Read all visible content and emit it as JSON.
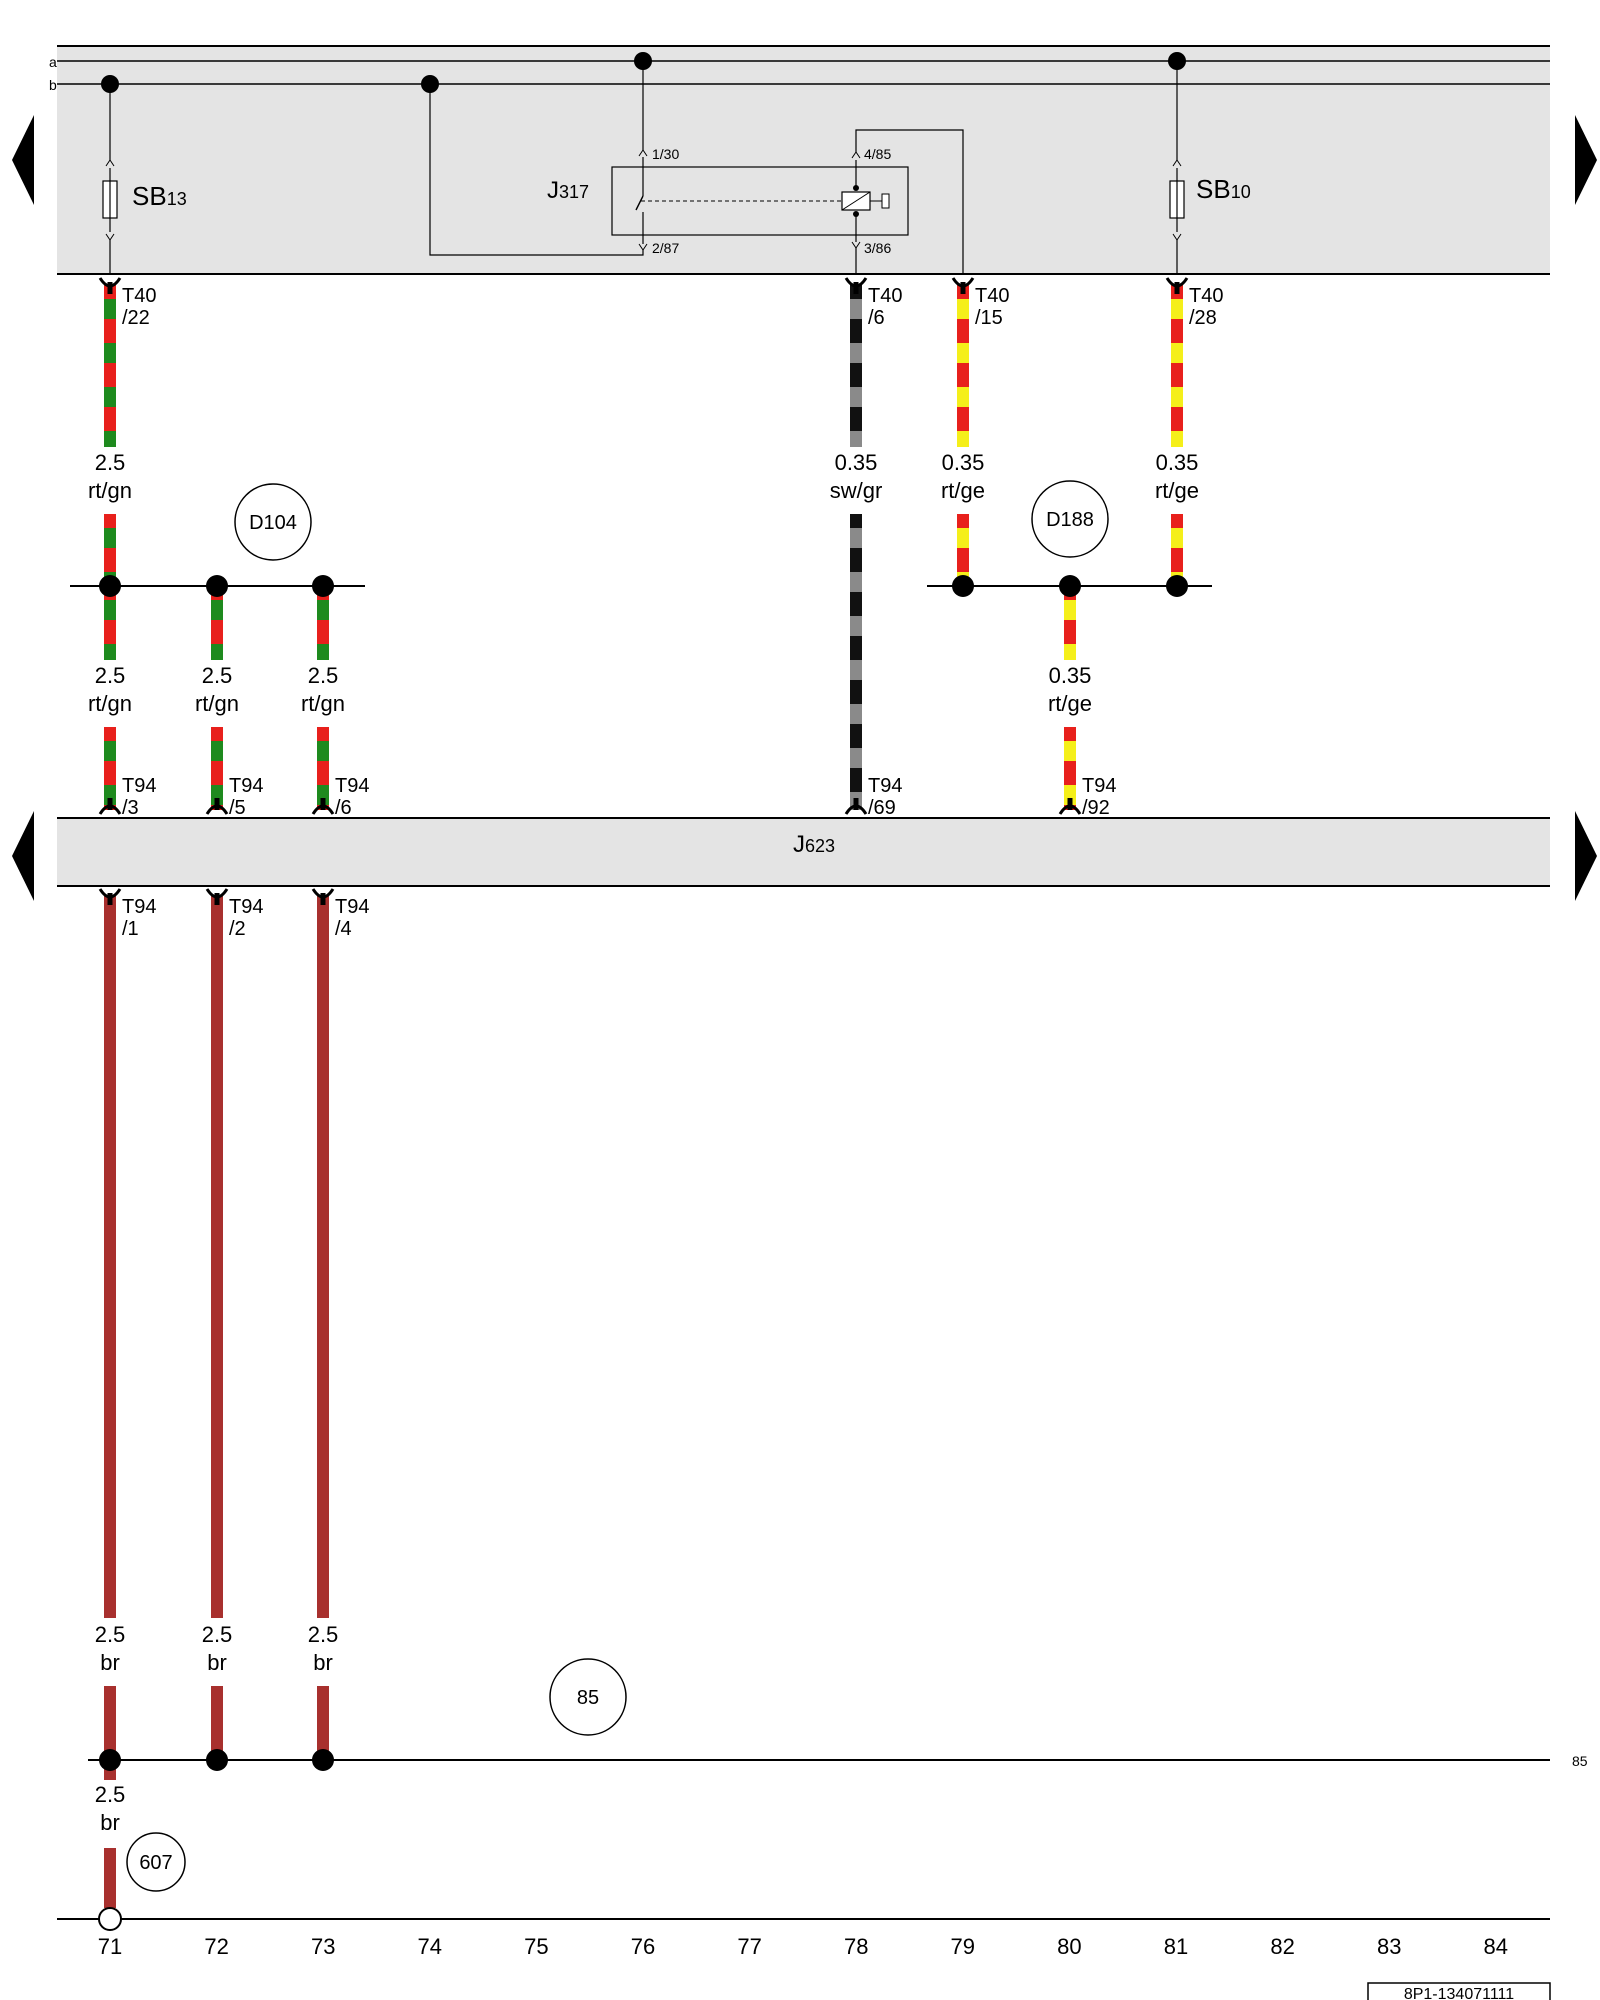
{
  "rails": {
    "a": "a",
    "b": "b",
    "ground_ref": "85"
  },
  "components": {
    "sb13": {
      "main": "SB",
      "sub": "13"
    },
    "sb10": {
      "main": "SB",
      "sub": "10"
    },
    "j317": {
      "main": "J",
      "sub": "317",
      "pin_30": "1/30",
      "pin_87": "2/87",
      "pin_85": "4/85",
      "pin_86": "3/86"
    },
    "j623": {
      "main": "J",
      "sub": "623"
    }
  },
  "nodes": {
    "d104": "D104",
    "d188": "D188",
    "n85": "85",
    "n607": "607"
  },
  "connectors": {
    "t40_22": {
      "a": "T40",
      "b": "/22"
    },
    "t40_6": {
      "a": "T40",
      "b": "/6"
    },
    "t40_15": {
      "a": "T40",
      "b": "/15"
    },
    "t40_28": {
      "a": "T40",
      "b": "/28"
    },
    "t94_3": {
      "a": "T94",
      "b": "/3"
    },
    "t94_5": {
      "a": "T94",
      "b": "/5"
    },
    "t94_6": {
      "a": "T94",
      "b": "/6"
    },
    "t94_69": {
      "a": "T94",
      "b": "/69"
    },
    "t94_92": {
      "a": "T94",
      "b": "/92"
    },
    "t94_1": {
      "a": "T94",
      "b": "/1"
    },
    "t94_2": {
      "a": "T94",
      "b": "/2"
    },
    "t94_4": {
      "a": "T94",
      "b": "/4"
    }
  },
  "wire_labels": {
    "w71_top": {
      "size": "2.5",
      "color": "rt/gn"
    },
    "w71_mid": {
      "size": "2.5",
      "color": "rt/gn"
    },
    "w72_mid": {
      "size": "2.5",
      "color": "rt/gn"
    },
    "w73_mid": {
      "size": "2.5",
      "color": "rt/gn"
    },
    "w78": {
      "size": "0.35",
      "color": "sw/gr"
    },
    "w79": {
      "size": "0.35",
      "color": "rt/ge"
    },
    "w81": {
      "size": "0.35",
      "color": "rt/ge"
    },
    "w80": {
      "size": "0.35",
      "color": "rt/ge"
    },
    "w71_bot": {
      "size": "2.5",
      "color": "br"
    },
    "w72_bot": {
      "size": "2.5",
      "color": "br"
    },
    "w73_bot": {
      "size": "2.5",
      "color": "br"
    },
    "w71_gnd": {
      "size": "2.5",
      "color": "br"
    }
  },
  "wire_colors": {
    "rt": "#e8201c",
    "gn": "#1e8a1e",
    "ge": "#f5ef1a",
    "sw": "#111111",
    "gr": "#8a8a8a",
    "br": "#a8302e"
  },
  "column_numbers": [
    "71",
    "72",
    "73",
    "74",
    "75",
    "76",
    "77",
    "78",
    "79",
    "80",
    "81",
    "82",
    "83",
    "84"
  ],
  "footer_id": "8P1-134071111"
}
